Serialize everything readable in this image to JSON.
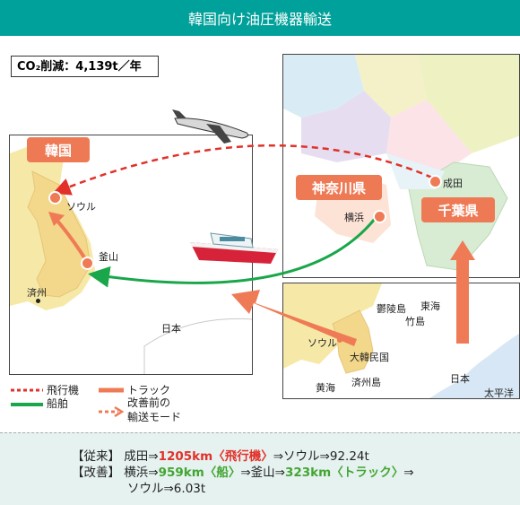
{
  "title": "韓国向け油圧機器輸送",
  "co2": "CO₂削減：4,139t／年",
  "map_labels": {
    "korea_tag": "韓国",
    "kanagawa_tag": "神奈川県",
    "chiba_tag": "千葉県",
    "seoul": "ソウル",
    "busan": "釜山",
    "jeju": "済州",
    "japan": "日本",
    "yokohama": "横浜",
    "narita": "成田",
    "inset_seoul": "ソウル",
    "inset_ulleung": "鬱陵島",
    "inset_east_sea": "東海",
    "inset_takeshima": "竹島",
    "inset_rok": "大韓民国",
    "inset_yellow_sea": "黄海",
    "inset_jeju": "済州島",
    "inset_japan": "日本",
    "inset_pacific": "太平洋"
  },
  "legend": {
    "airplane": "飛行機",
    "ship": "船舶",
    "truck": "トラック",
    "before_line1": "改善前の",
    "before_line2": "輸送モード"
  },
  "summary": {
    "before_label": "【従来】",
    "before_text1": "成田⇒",
    "before_highlight": "1205km〈飛行機〉",
    "before_text2": "⇒ソウル⇒92.24t",
    "after_label": "【改善】",
    "after_text1": "横浜⇒",
    "after_highlight1": "959km〈船〉",
    "after_text2": "⇒釜山⇒",
    "after_highlight2": "323km〈トラック〉",
    "after_text3": "⇒",
    "after_line2": "ソウル⇒6.03t"
  },
  "colors": {
    "teal": "#00a19a",
    "orange": "#ef7b56",
    "airplane_red": "#e2312a",
    "ship_green": "#1aa64a"
  }
}
